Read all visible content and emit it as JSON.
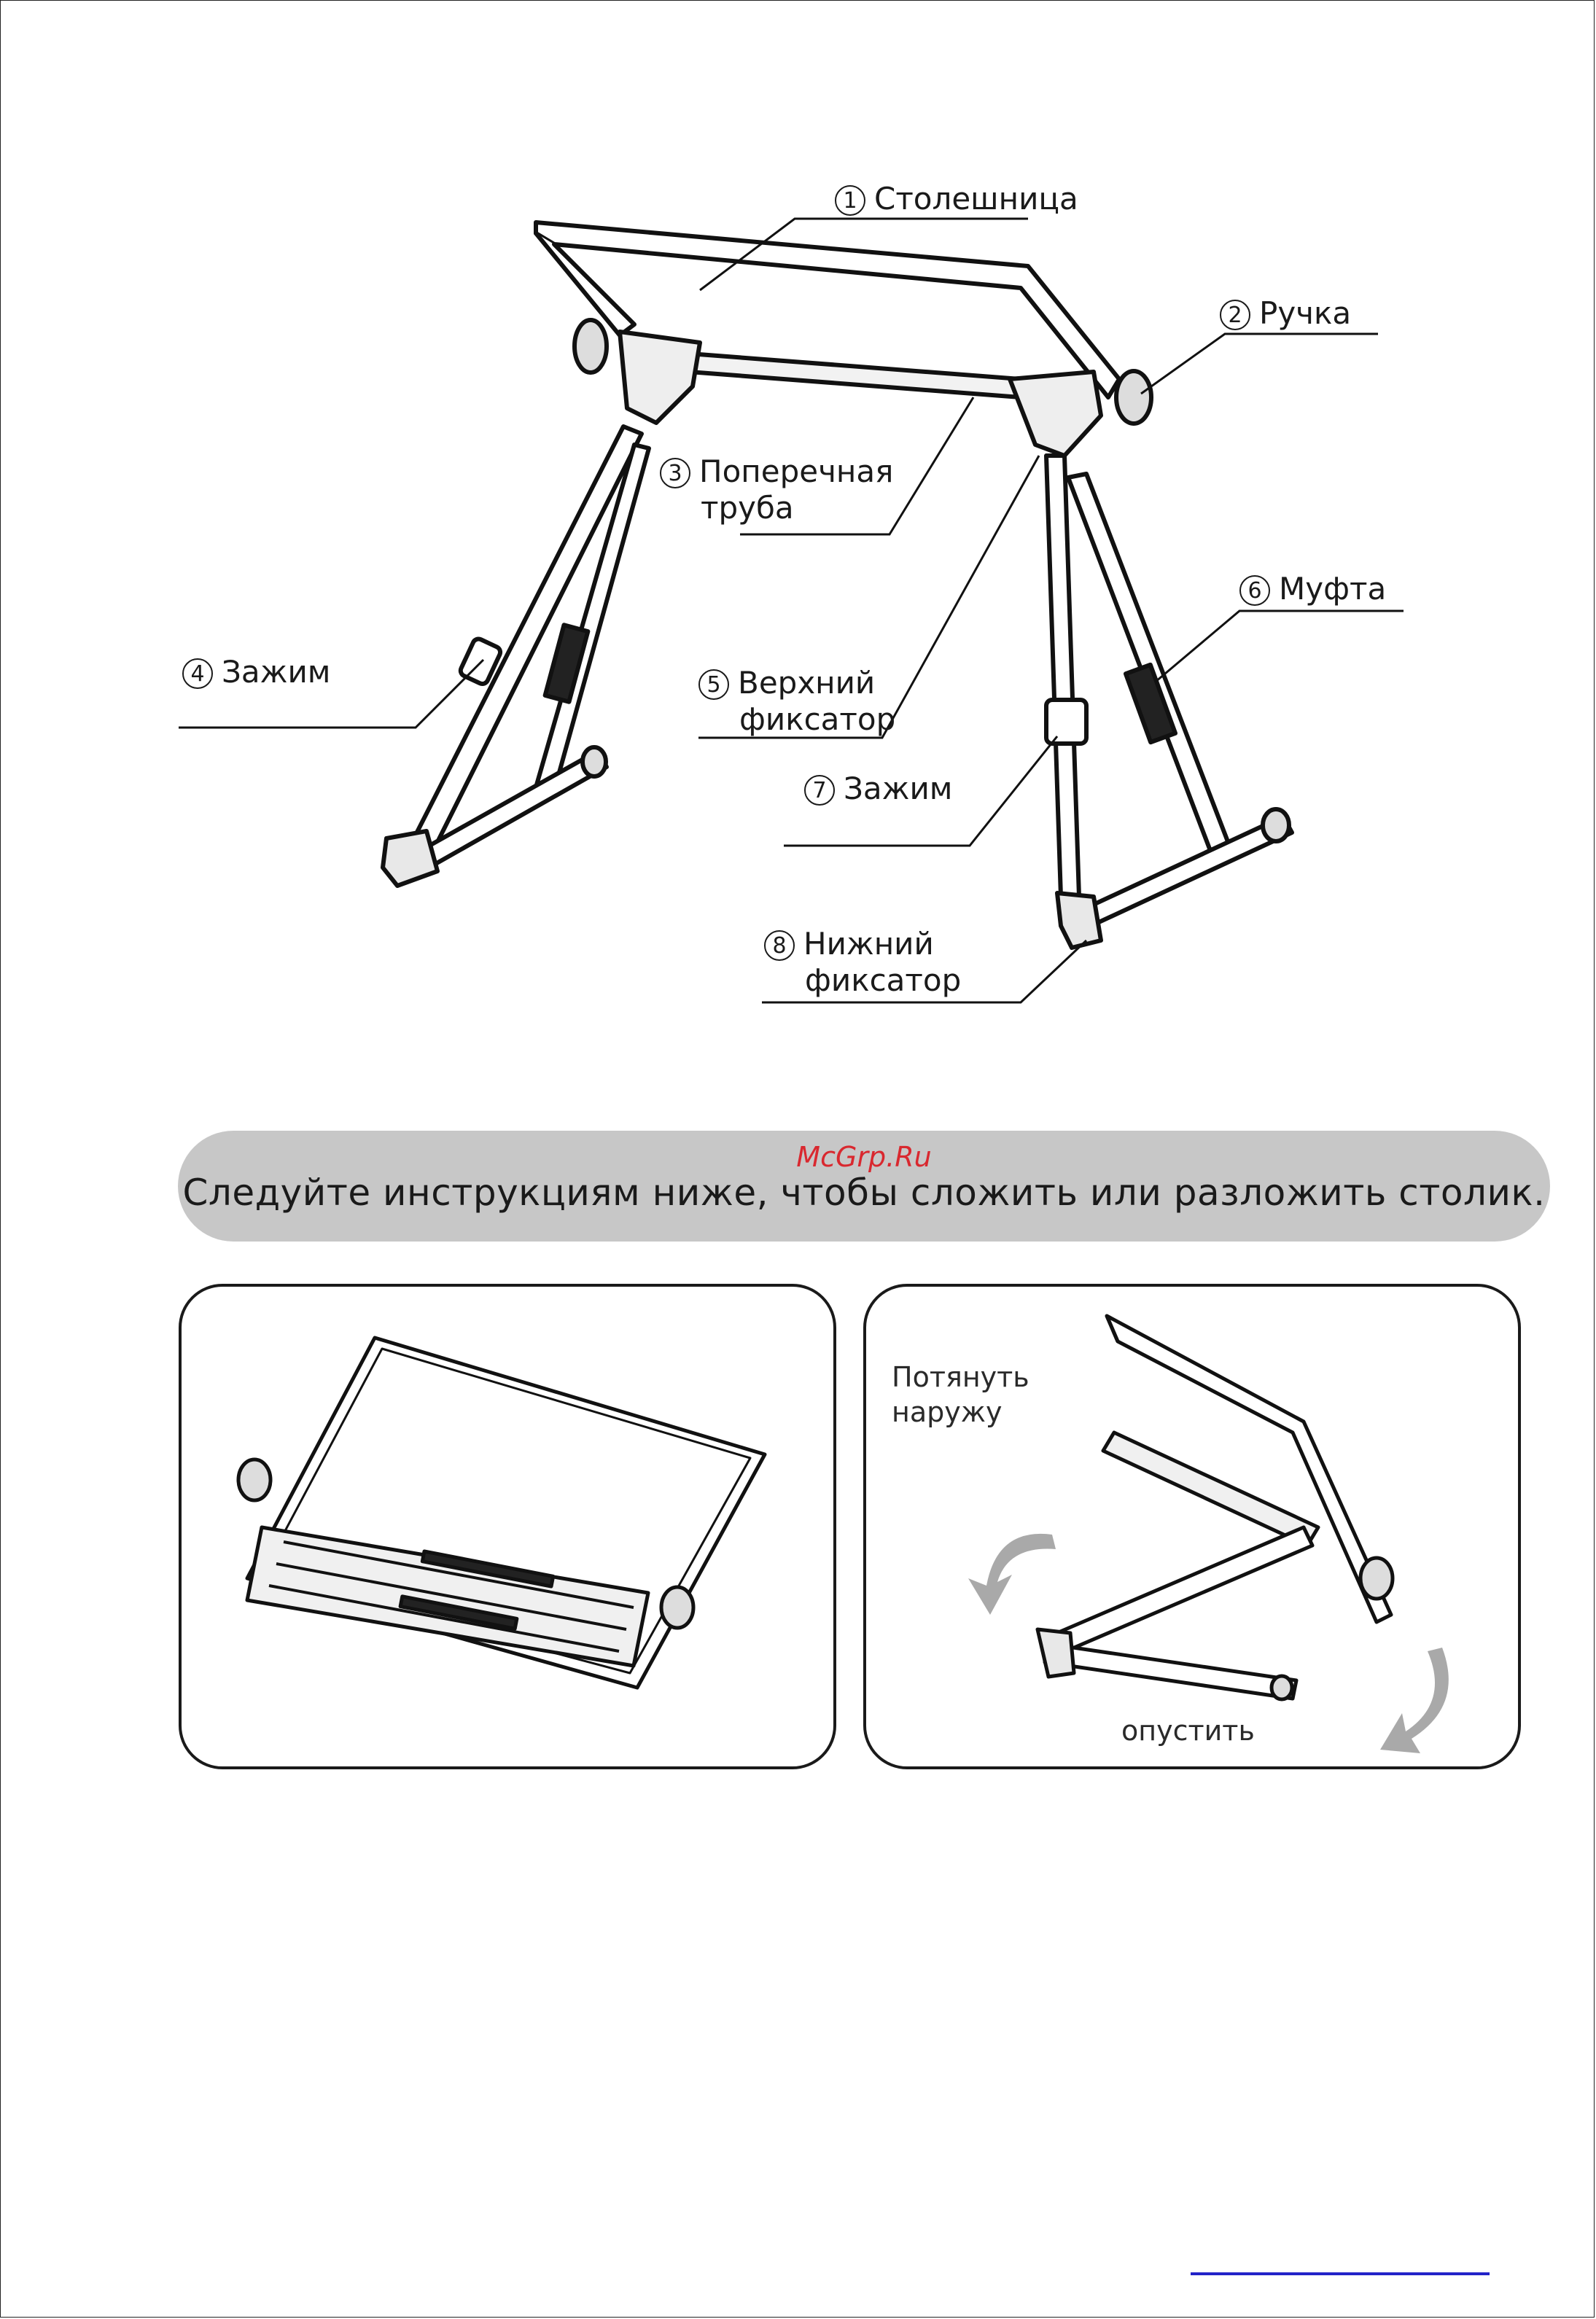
{
  "parts": [
    {
      "num": "1",
      "name": "Столешница"
    },
    {
      "num": "2",
      "name": "Ручка"
    },
    {
      "num": "3",
      "name": "Поперечная",
      "name2": "труба"
    },
    {
      "num": "4",
      "name": "Зажим"
    },
    {
      "num": "5",
      "name": "Верхний",
      "name2": "фиксатор"
    },
    {
      "num": "6",
      "name": "Муфта"
    },
    {
      "num": "7",
      "name": "Зажим"
    },
    {
      "num": "8",
      "name": "Нижний",
      "name2": "фиксатор"
    }
  ],
  "banner": {
    "watermark": "McGrp.Ru",
    "instruction": "Следуйте инструкциям ниже, чтобы сложить или разложить столик."
  },
  "panel_right": {
    "pull_out_line1": "Потянуть",
    "pull_out_line2": "наружу",
    "lower": "опустить"
  },
  "colors": {
    "banner_bg": "#c7c7c7",
    "watermark": "#d9282f",
    "link_underline": "#2323c8"
  }
}
